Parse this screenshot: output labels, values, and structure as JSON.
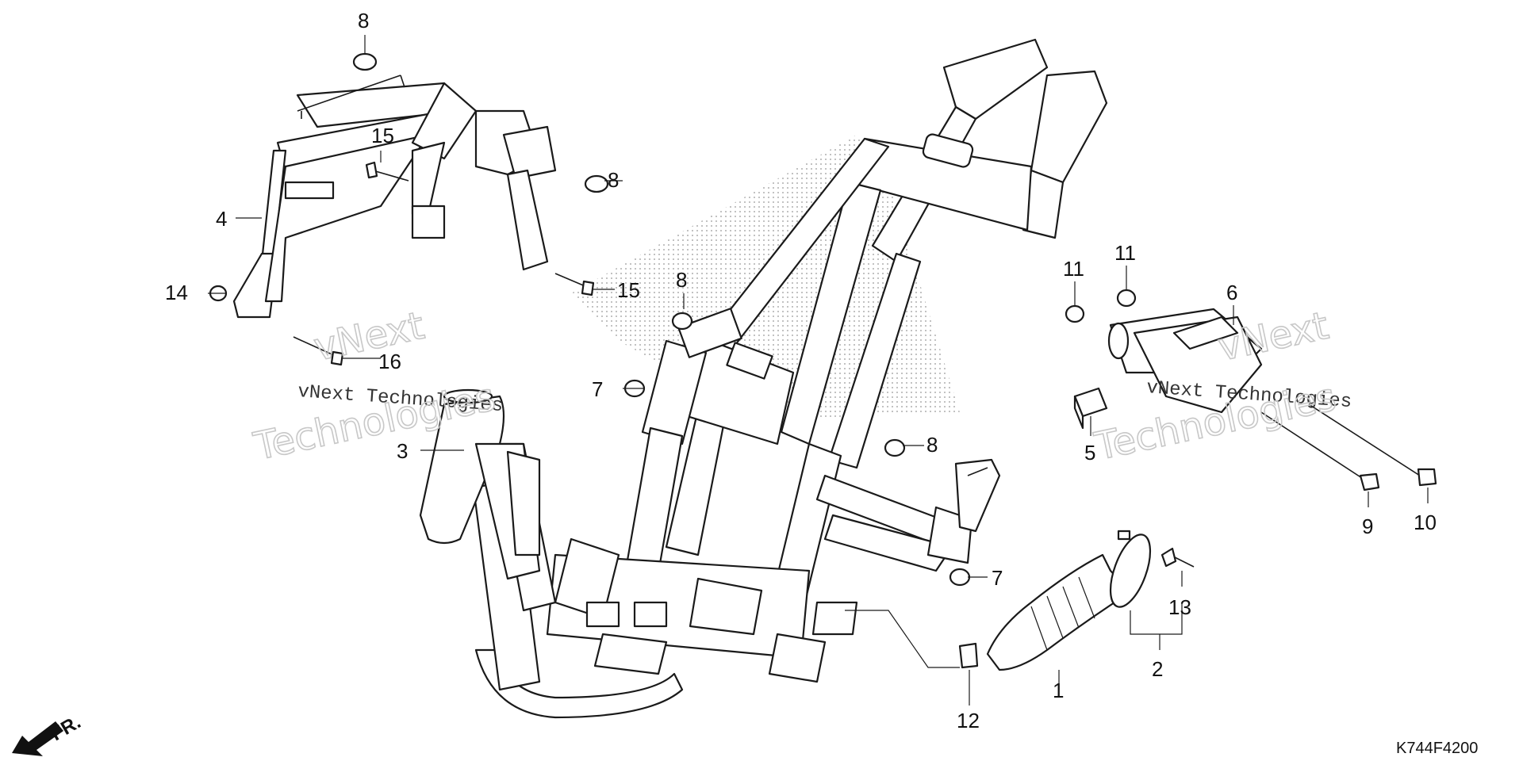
{
  "callouts": {
    "c1": "1",
    "c2": "2",
    "c3": "3",
    "c4": "4",
    "c5": "5",
    "c6": "6",
    "c7a": "7",
    "c7b": "7",
    "c8a": "8",
    "c8b": "8",
    "c8c": "8",
    "c8d": "8",
    "c9": "9",
    "c10": "10",
    "c11a": "11",
    "c11b": "11",
    "c12": "12",
    "c13": "13",
    "c14": "14",
    "c15a": "15",
    "c15b": "15",
    "c16": "16"
  },
  "watermark": {
    "company_line": "vNext Technologies",
    "word_a": "vNext",
    "word_b": "Technologies"
  },
  "front_marker": "FR.",
  "diagram_code": "K744F4200"
}
